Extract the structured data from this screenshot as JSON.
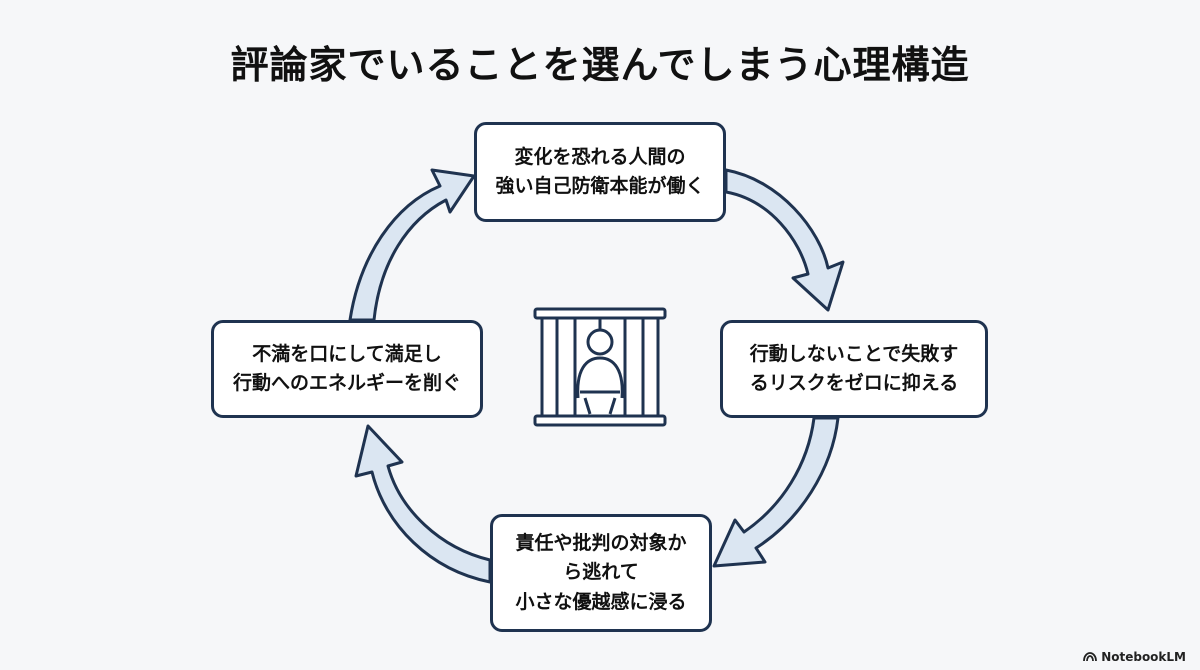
{
  "title": "評論家でいることを選んでしまう心理構造",
  "nodes": {
    "top": [
      "変化を恐れる人間の",
      "強い自己防衛本能が働く"
    ],
    "right": [
      "行動しないことで失敗す",
      "るリスクをゼロに抑える"
    ],
    "bottom": [
      "責任や批判の対象か",
      "ら逃れて",
      "小さな優越感に浸る"
    ],
    "left": [
      "不満を口にして満足し",
      "行動へのエネルギーを削ぐ"
    ]
  },
  "center_icon": "person-in-cage-icon",
  "footer": {
    "logo_text": "NotebookLM",
    "logo_icon": "notebooklm-logo-icon"
  },
  "colors": {
    "node_border": "#1f3350",
    "arrow_fill": "#dbe6f2",
    "arrow_stroke": "#1f3350"
  }
}
